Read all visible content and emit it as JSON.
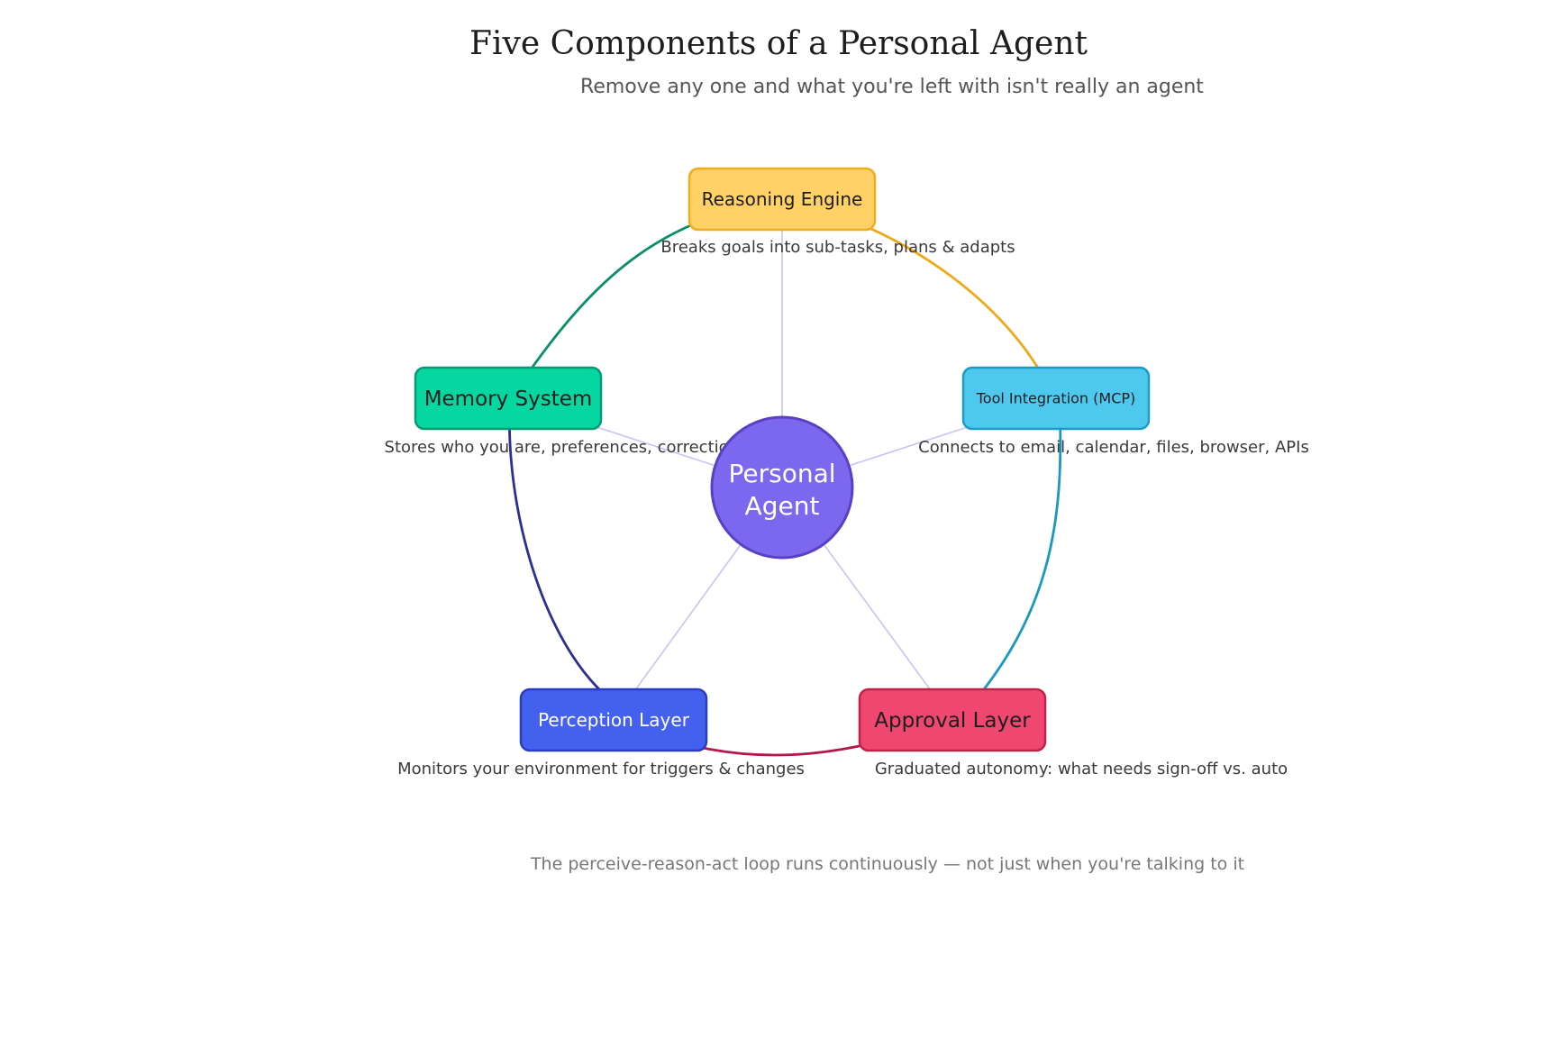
{
  "title": "Five Components of a Personal Agent",
  "subtitle": "Remove any one and what you're left with isn't really an agent",
  "footer": "The perceive-reason-act loop runs continuously — not just when you're talking to it",
  "center": {
    "label_line1": "Personal",
    "label_line2": "Agent",
    "fill": "#7c68ee",
    "stroke": "#5b3fc4"
  },
  "components": [
    {
      "label": "Reasoning Engine",
      "description": "Breaks goals into sub-tasks, plans & adapts",
      "fill": "#ffd166",
      "stroke": "#f0ad1e",
      "text_color": "#1e1e1e"
    },
    {
      "label": "Tool Integration (MCP)",
      "description": "Connects to email, calendar, files, browser, APIs",
      "fill": "#4fc8ee",
      "stroke": "#1a9cc8",
      "text_color": "#1e1e1e"
    },
    {
      "label": "Approval Layer",
      "description": "Graduated autonomy: what needs sign-off vs. auto",
      "fill": "#ef476f",
      "stroke": "#c2224a",
      "text_color": "#1e1e1e"
    },
    {
      "label": "Perception Layer",
      "description": "Monitors your environment for triggers & changes",
      "fill": "#4361ee",
      "stroke": "#2a3cc0",
      "text_color": "#ffffff"
    },
    {
      "label": "Memory System",
      "description": "Stores who you are, preferences, corrections",
      "fill": "#06d6a0",
      "stroke": "#079a74",
      "text_color": "#1e1e1e"
    }
  ],
  "loop_colors": [
    "#f0a81a",
    "#1a98c0",
    "#b5174a",
    "#2b2f8f",
    "#0b8f6a"
  ],
  "spoke_color": "#c9c3f5"
}
